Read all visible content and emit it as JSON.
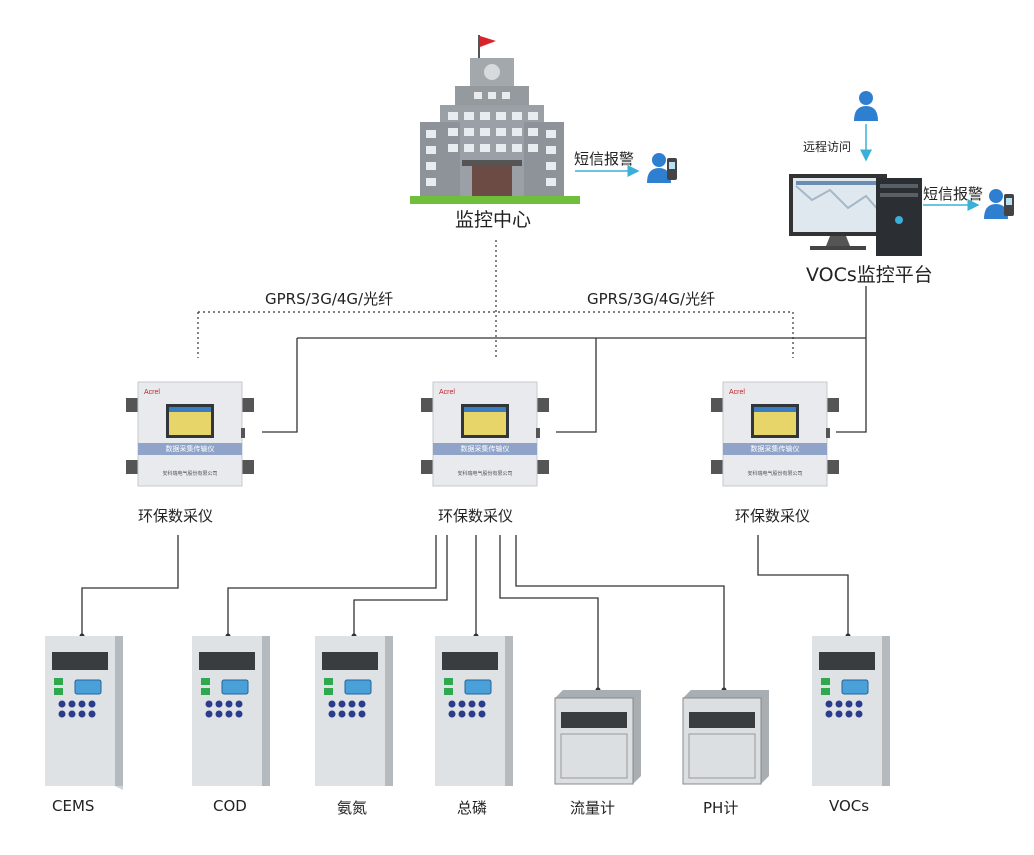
{
  "monitoring_center": {
    "label": "监控中心",
    "sms_alarm": "短信报警"
  },
  "vocs_platform": {
    "label": "VOCs监控平台",
    "remote_access": "远程访问",
    "sms_alarm": "短信报警"
  },
  "network": {
    "left_label": "GPRS/3G/4G/光纤",
    "right_label": "GPRS/3G/4G/光纤"
  },
  "collectors": [
    {
      "label": "环保数采仪",
      "brand": "Acrel",
      "panel_text": "数据采集传输仪",
      "company": "安科瑞电气股份有限公司"
    },
    {
      "label": "环保数采仪",
      "brand": "Acrel",
      "panel_text": "数据采集传输仪",
      "company": "安科瑞电气股份有限公司"
    },
    {
      "label": "环保数采仪",
      "brand": "Acrel",
      "panel_text": "数据采集传输仪",
      "company": "安科瑞电气股份有限公司"
    }
  ],
  "instruments": [
    {
      "label": "CEMS"
    },
    {
      "label": "COD"
    },
    {
      "label": "氨氮"
    },
    {
      "label": "总磷"
    },
    {
      "label": "流量计"
    },
    {
      "label": "PH计"
    },
    {
      "label": "VOCs"
    }
  ],
  "colors": {
    "flag": "#d8232a",
    "building": "#9aa0a6",
    "lawn": "#6fbf3c",
    "user_icon": "#2f7fd0",
    "panel_bar": "#8fa4c8",
    "screen": "#e8b730",
    "green_led": "#2fa84f",
    "arrow": "#3ab0d8"
  }
}
